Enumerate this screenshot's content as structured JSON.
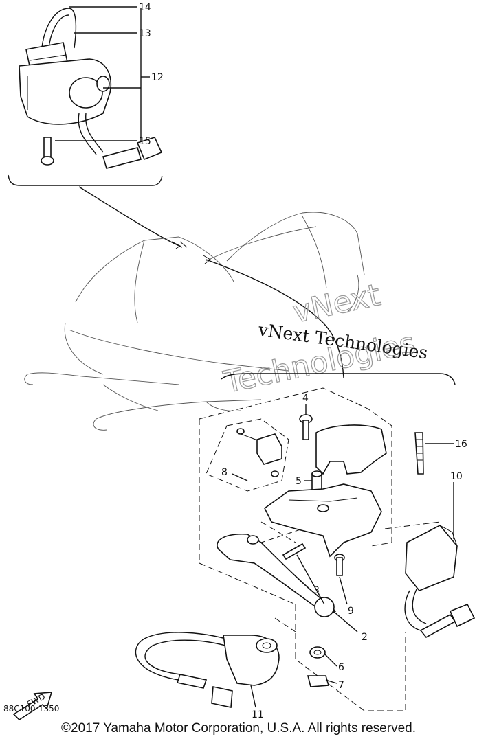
{
  "diagram": {
    "drawing_code": "88C100-1350",
    "fwd_label": "FWD",
    "watermark": {
      "line": "vNext Technologies",
      "outline_top": "vNext",
      "outline_bottom": "Technologies"
    },
    "callouts": [
      "14",
      "13",
      "12",
      "15",
      "4",
      "16",
      "8",
      "5",
      "10",
      "9",
      "3",
      "2",
      "6",
      "7",
      "11"
    ]
  },
  "footer": {
    "copyright": "©2017 Yamaha Motor Corporation, U.S.A. All rights reserved."
  }
}
